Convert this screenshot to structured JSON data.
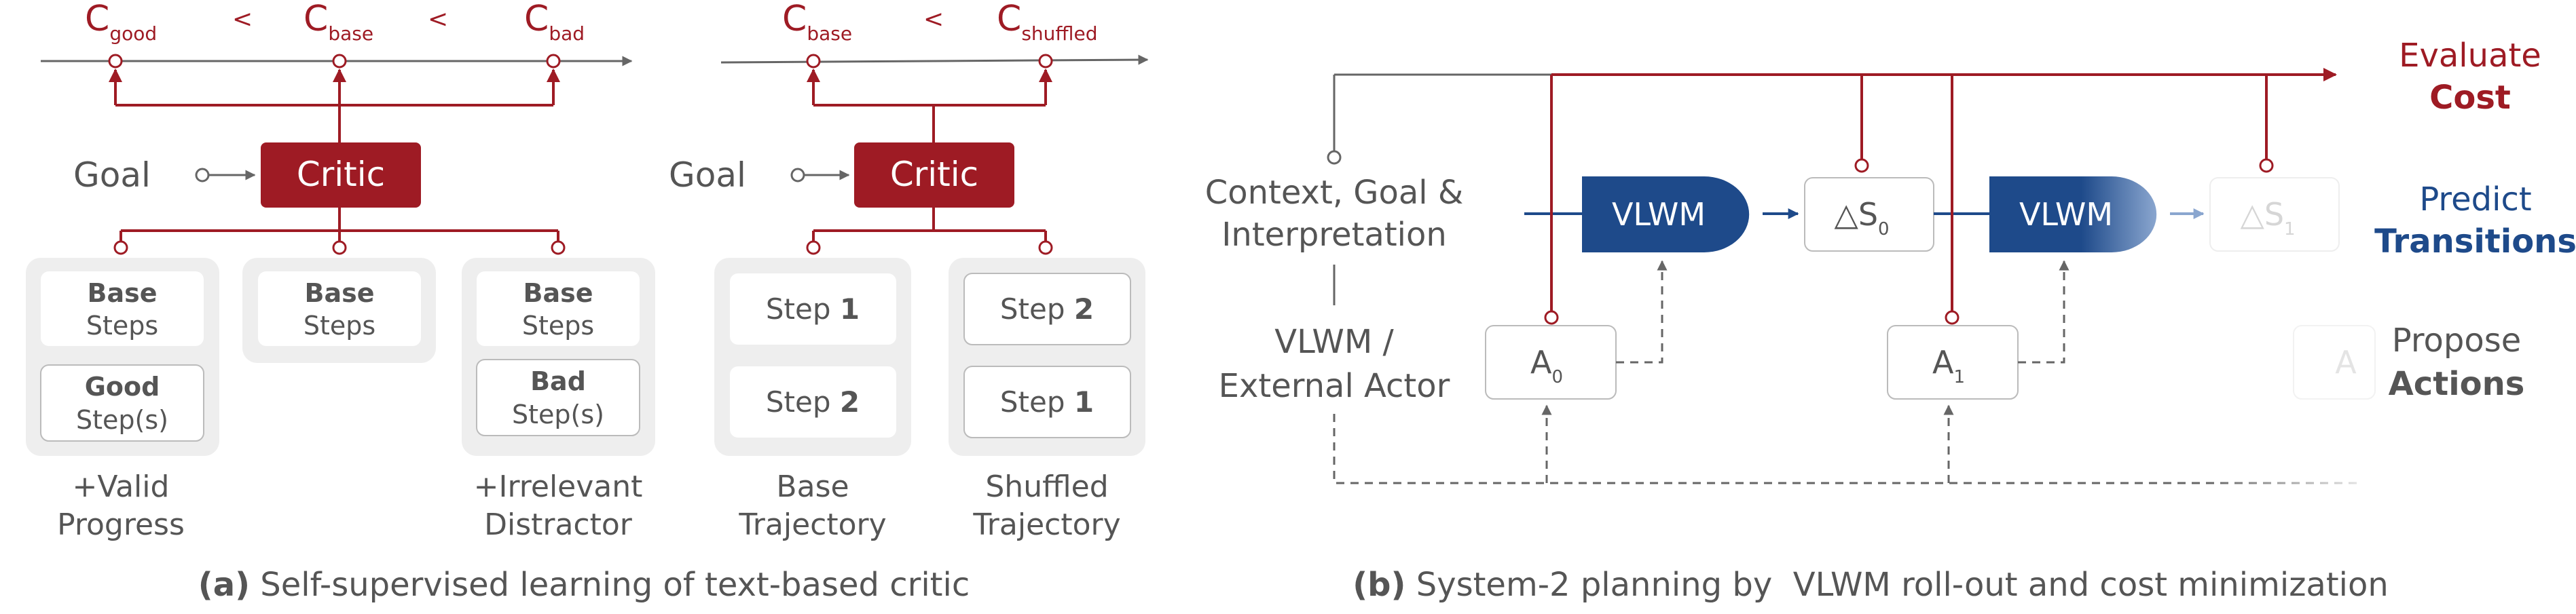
{
  "colors": {
    "critic_red": "#9e1b24",
    "vlwm_blue": "#1e4a8a",
    "text_gray": "#555555",
    "line_gray": "#666666",
    "panel_gray": "#eeeeee",
    "faded": "#cccccc"
  },
  "panel_a": {
    "caption_prefix": "(a)",
    "caption_text": "Self-supervised learning of text-based critic",
    "left": {
      "c_good_base": "C",
      "c_good_sub": "good",
      "lt1": "<",
      "c_base_base": "C",
      "c_base_sub": "base",
      "lt2": "<",
      "c_bad_base": "C",
      "c_bad_sub": "bad",
      "goal": "Goal",
      "critic": "Critic",
      "groups": [
        {
          "b1_bold": "Base",
          "b1_text": "Steps",
          "b2_bold": "Good",
          "b2_text": "Step(s)",
          "label1": "+Valid",
          "label2": "Progress"
        },
        {
          "b1_bold": "Base",
          "b1_text": "Steps"
        },
        {
          "b1_bold": "Base",
          "b1_text": "Steps",
          "b2_bold": "Bad",
          "b2_text": "Step(s)",
          "label1": "+Irrelevant",
          "label2": "Distractor"
        }
      ]
    },
    "right": {
      "c_base_base": "C",
      "c_base_sub": "base",
      "lt": "<",
      "c_shuf_base": "C",
      "c_shuf_sub": "shuffled",
      "goal": "Goal",
      "critic": "Critic",
      "groups": [
        {
          "s1_text": "Step",
          "s1_num": "1",
          "s2_text": "Step",
          "s2_num": "2",
          "label1": "Base",
          "label2": "Trajectory"
        },
        {
          "s1_text": "Step",
          "s1_num": "2",
          "s2_text": "Step",
          "s2_num": "1",
          "label1": "Shuffled",
          "label2": "Trajectory"
        }
      ]
    }
  },
  "panel_b": {
    "caption_prefix": "(b)",
    "caption_text": "System-2 planning by  VLWM roll-out and cost minimization",
    "context_lines": [
      "Context, Goal &",
      "Interpretation"
    ],
    "actor_lines": [
      "VLWM /",
      "External Actor"
    ],
    "vlwm1": "VLWM",
    "vlwm2": "VLWM",
    "s0_base": "△S",
    "s0_sub": "0",
    "s1_base": "△S",
    "s1_sub": "1",
    "a0_base": "A",
    "a0_sub": "0",
    "a1_base": "A",
    "a1_sub": "1",
    "a2_base": "A",
    "evaluate": "Evaluate",
    "cost": "Cost",
    "predict": "Predict",
    "transitions": "Transitions",
    "propose": "Propose",
    "actions": "Actions"
  }
}
